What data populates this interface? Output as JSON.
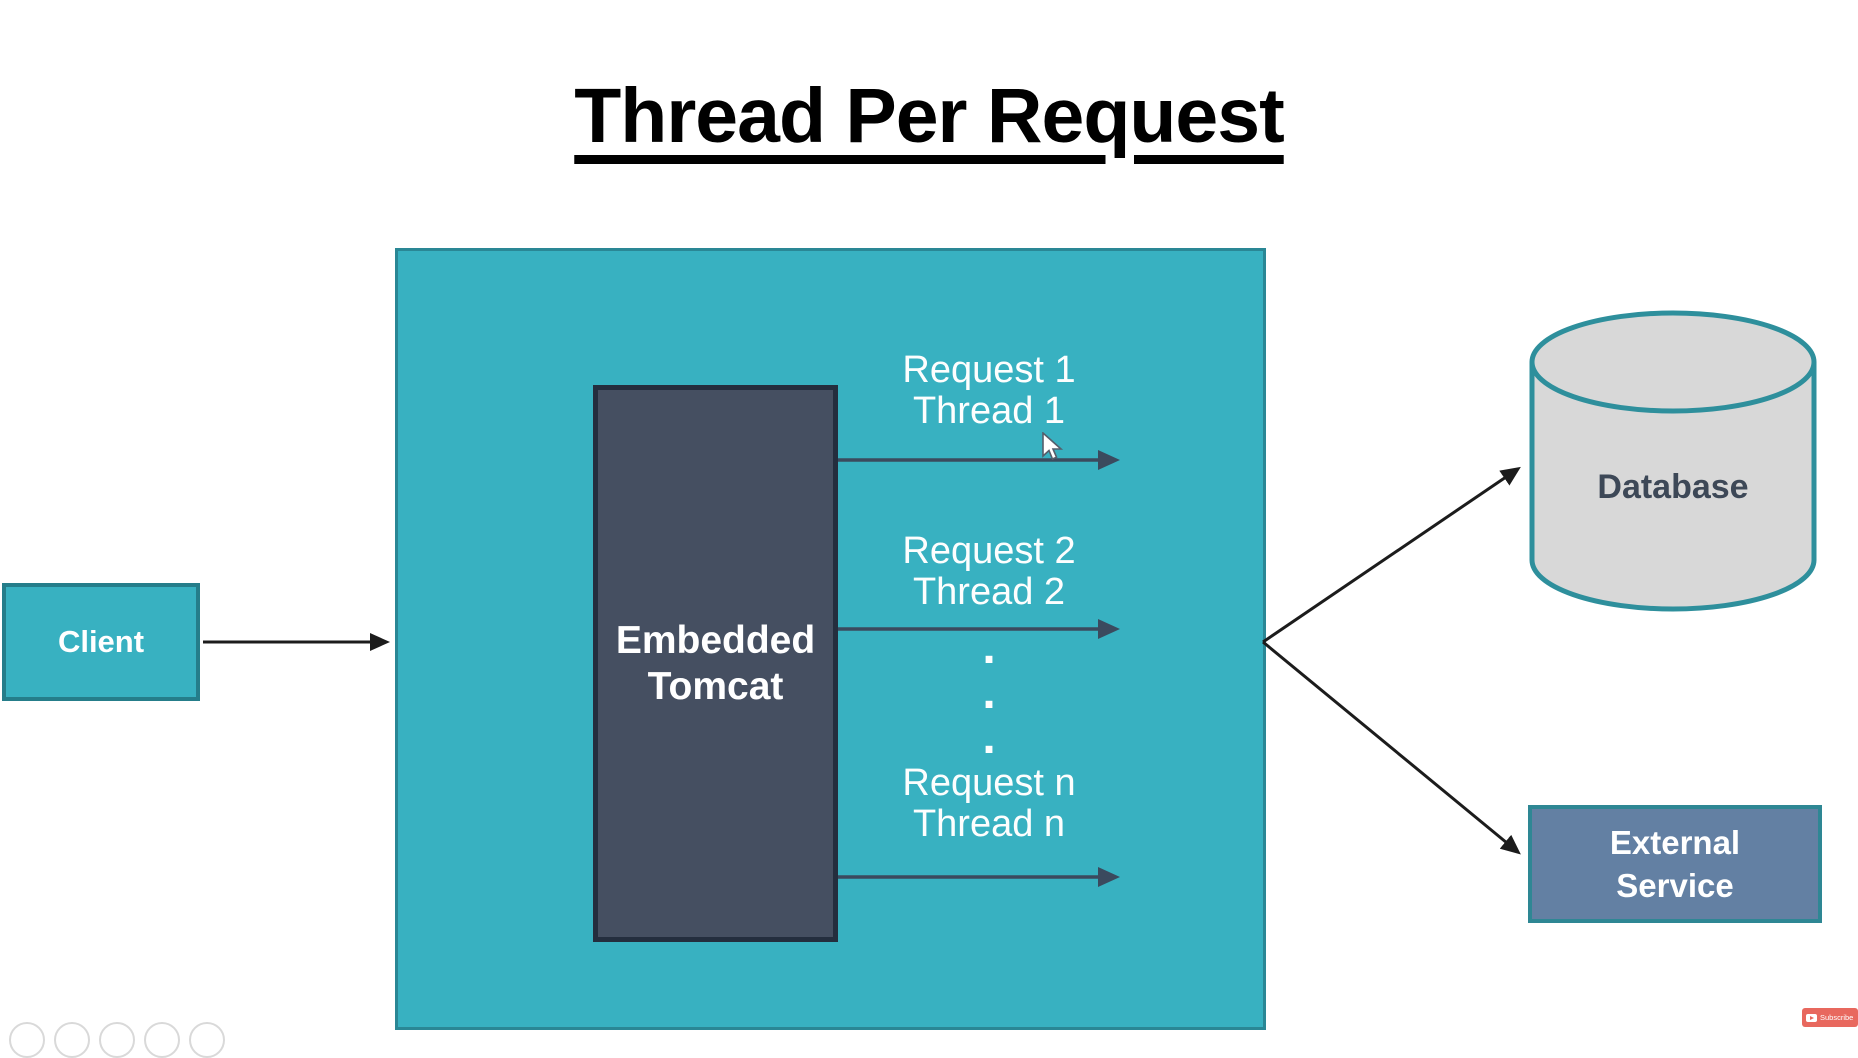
{
  "title": "Thread Per Request",
  "client_box": {
    "label": "Client"
  },
  "tomcat_box": {
    "line1": "Embedded",
    "line2": "Tomcat"
  },
  "requests": [
    {
      "request": "Request 1",
      "thread": "Thread 1"
    },
    {
      "request": "Request 2",
      "thread": "Thread 2"
    },
    {
      "request": "Request n",
      "thread": "Thread n"
    }
  ],
  "ellipsis": ".\n.\n.",
  "database": {
    "label": "Database"
  },
  "external_service": {
    "line1": "External",
    "line2": "Service"
  },
  "subscribe_button": {
    "label": "Subscribe"
  },
  "colors": {
    "teal_fill": "#38b1c1",
    "teal_border": "#2a8795",
    "dark_panel_fill": "#454f61",
    "dark_panel_border": "#242e3e",
    "request_arrow": "#3b4a5e",
    "black_arrow": "#1c1c1c",
    "database_fill": "#d8d8d8",
    "database_border": "#2e8f9c",
    "database_text": "#3d4857",
    "external_fill": "#6380a3",
    "label_text": "#ffffff",
    "subscribe_red": "#e8685e"
  }
}
